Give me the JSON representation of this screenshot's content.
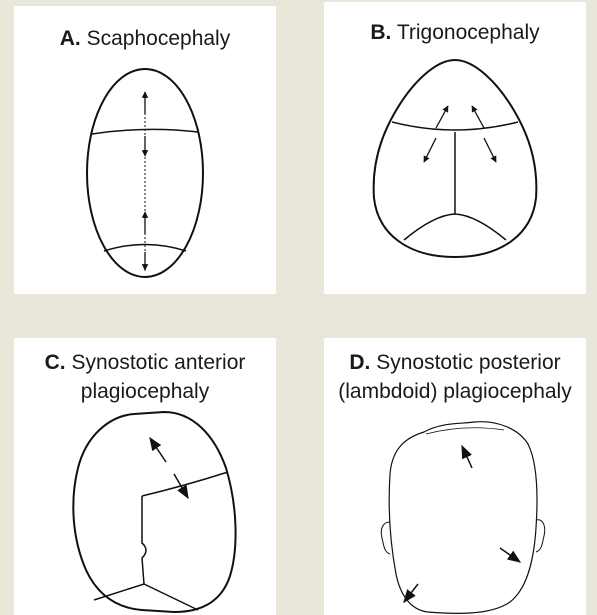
{
  "panels": {
    "a": {
      "letter": "A.",
      "name": "Scaphocephaly"
    },
    "b": {
      "letter": "B.",
      "name": "Trigonocephaly"
    },
    "c": {
      "letter": "C.",
      "name_line1": "Synostotic anterior",
      "name_line2": "plagiocephaly"
    },
    "d": {
      "letter": "D.",
      "name_line1": "Synostotic posterior",
      "name_line2": "(lambdoid) plagiocephaly"
    }
  },
  "colors": {
    "background": "#e8e7da",
    "panel": "#ffffff",
    "stroke": "#111111"
  }
}
